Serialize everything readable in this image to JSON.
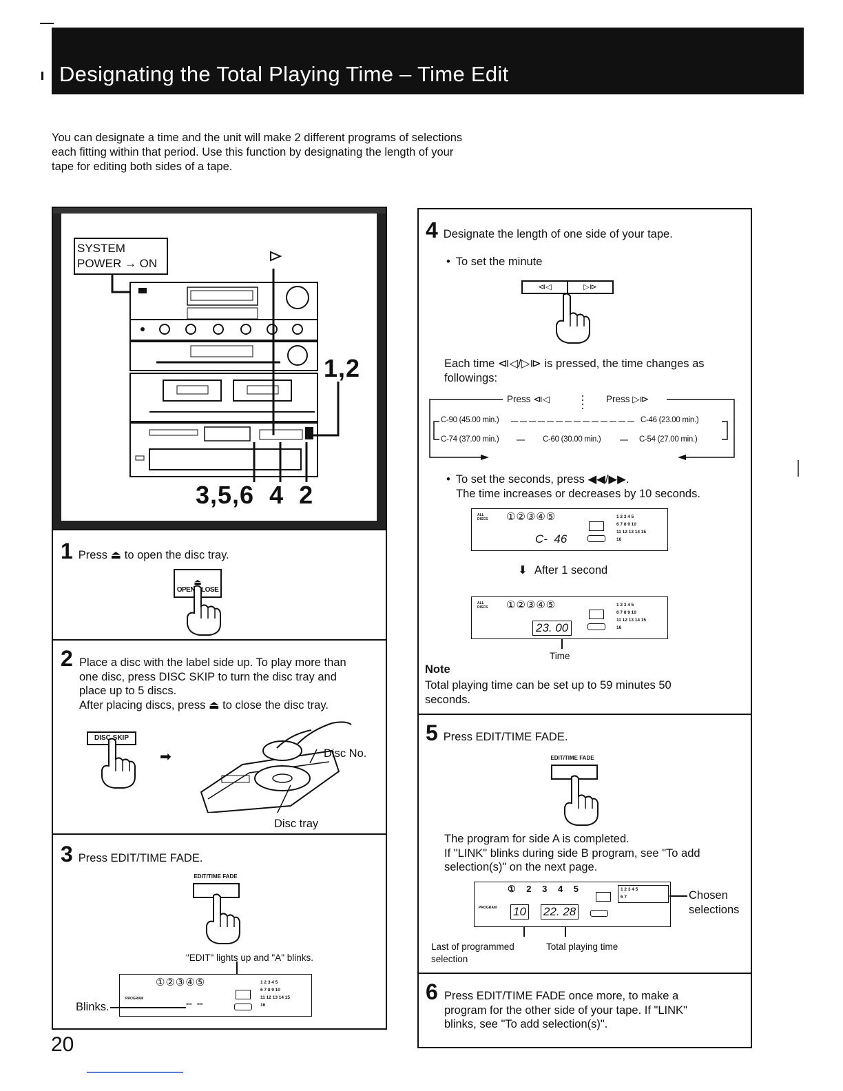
{
  "header": {
    "title": "Designating the Total Playing Time – Time Edit"
  },
  "intro": [
    "You can designate a time and the unit will make 2 different programs of selections",
    "each fitting within that period.  Use this function by designating the length of your",
    "tape for editing both sides of a tape."
  ],
  "illustration": {
    "system_label_1": "SYSTEM",
    "system_label_2": "POWER → ON",
    "callout_right": "1,2",
    "callout_bottom": "3,5,6  4  2"
  },
  "step1": {
    "num": "1",
    "text": "Press ⏏ to open the disc tray.",
    "button": "OPEN/CLOSE"
  },
  "step2": {
    "num": "2",
    "lines": [
      "Place a disc with the label side up.  To play more than",
      "one disc, press DISC SKIP to turn the disc tray and",
      "place up to 5 discs.",
      "After placing discs, press ⏏ to close the disc tray."
    ],
    "button": "DISC SKIP",
    "label_disc_no": "Disc No.",
    "label_disc_tray": "Disc tray"
  },
  "step3": {
    "num": "3",
    "text": "Press EDIT/TIME FADE.",
    "button_label": "EDIT/TIME FADE",
    "caption": "\"EDIT\" lights up and \"A\" blinks.",
    "blinks": "Blinks.",
    "lcd": {
      "discs": "①②③④⑤",
      "program": "PROGRAM",
      "time": "--  --",
      "tracks": [
        "1 2 3 4 5",
        "6 7 8 9 10",
        "11 12 13 14 15",
        "16"
      ]
    }
  },
  "step4": {
    "num": "4",
    "text": "Designate the length of one side of your tape.",
    "sub1": "To set the minute",
    "buttons": [
      "⧏◁",
      "▷⧐"
    ],
    "each_time": "Each time ⧏◁/▷⧐ is pressed, the time changes as",
    "followings": "followings:",
    "press_left": "Press ⧏◁",
    "press_right": "Press ▷⧐",
    "c90": "C-90 (45.00 min.)",
    "c46": "C-46 (23.00 min.)",
    "c74": "C-74 (37.00 min.)",
    "c60": "C-60 (30.00 min.)",
    "c54": "C-54 (27.00 min.)",
    "sub2": "To set the seconds, press ◀◀/▶▶.",
    "sub2b": "The time increases or decreases by 10 seconds.",
    "lcd1_time": "C-  46",
    "after": "After 1 second",
    "lcd2_time": "23. 00",
    "time_label": "Time",
    "note_title": "Note",
    "note": "Total playing time can be set up to 59 minutes 50 seconds."
  },
  "step5": {
    "num": "5",
    "text": "Press EDIT/TIME FADE.",
    "button_label": "EDIT/TIME FADE",
    "lines": [
      "The program for side A is completed.",
      "If \"LINK\" blinks during side B program, see \"To add",
      "selection(s)\" on the next page."
    ],
    "lcd_track": "10",
    "lcd_time": "22. 28",
    "chosen": "Chosen",
    "selections": "selections",
    "last_prog_1": "Last of programmed",
    "last_prog_2": "selection",
    "total_time": "Total playing time"
  },
  "step6": {
    "num": "6",
    "lines": [
      "Press EDIT/TIME FADE once more, to make a",
      "program for the other side of your tape.  If \"LINK\"",
      "blinks, see \"To add selection(s)\"."
    ]
  },
  "page_number": "20"
}
